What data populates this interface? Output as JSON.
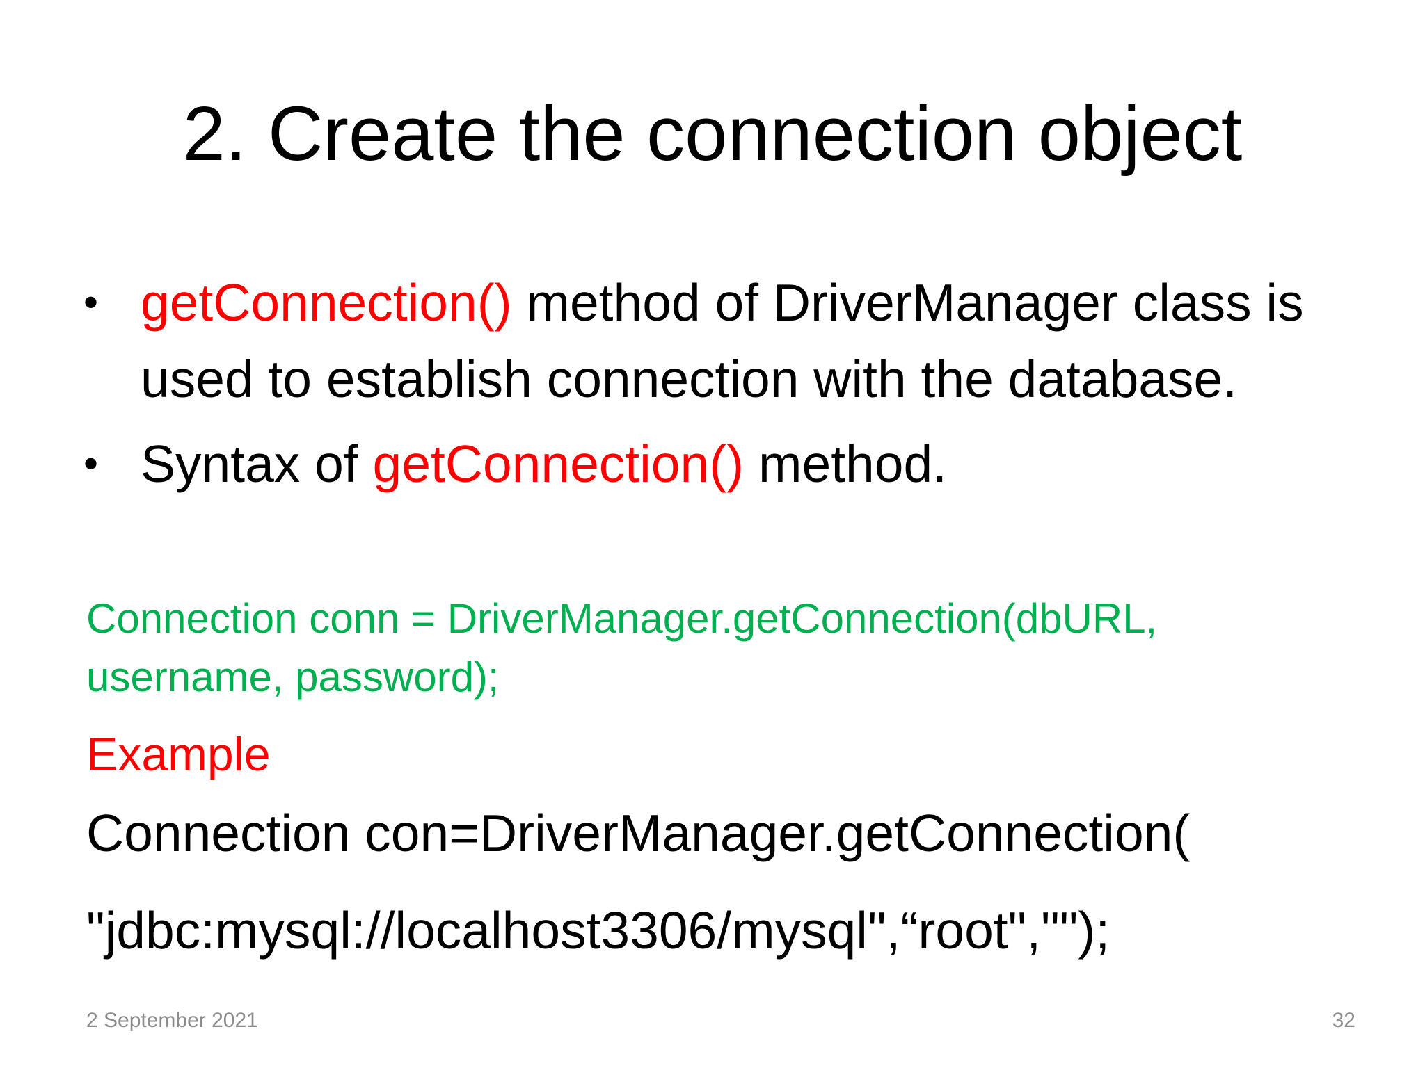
{
  "slide": {
    "title": "2. Create the connection object",
    "bullet_char": "•",
    "bullet1": {
      "highlight": "getConnection()",
      "rest": " method of DriverManager class is used to establish connection with the database."
    },
    "bullet2": {
      "prefix": "Syntax of ",
      "highlight": "getConnection()",
      "suffix": " method."
    },
    "syntax_code": "Connection conn = DriverManager.getConnection(dbURL, username, password);",
    "example_label": "Example",
    "example_line1": "Connection con=DriverManager.getConnection(",
    "example_line2": "\"jdbc:mysql://localhost3306/mysql\",“root\",\"\");",
    "footer_date": "2 September 2021",
    "page_number": "32"
  },
  "colors": {
    "highlight": "#ff0000",
    "code": "#00b050",
    "footer": "#8c8c8c"
  }
}
